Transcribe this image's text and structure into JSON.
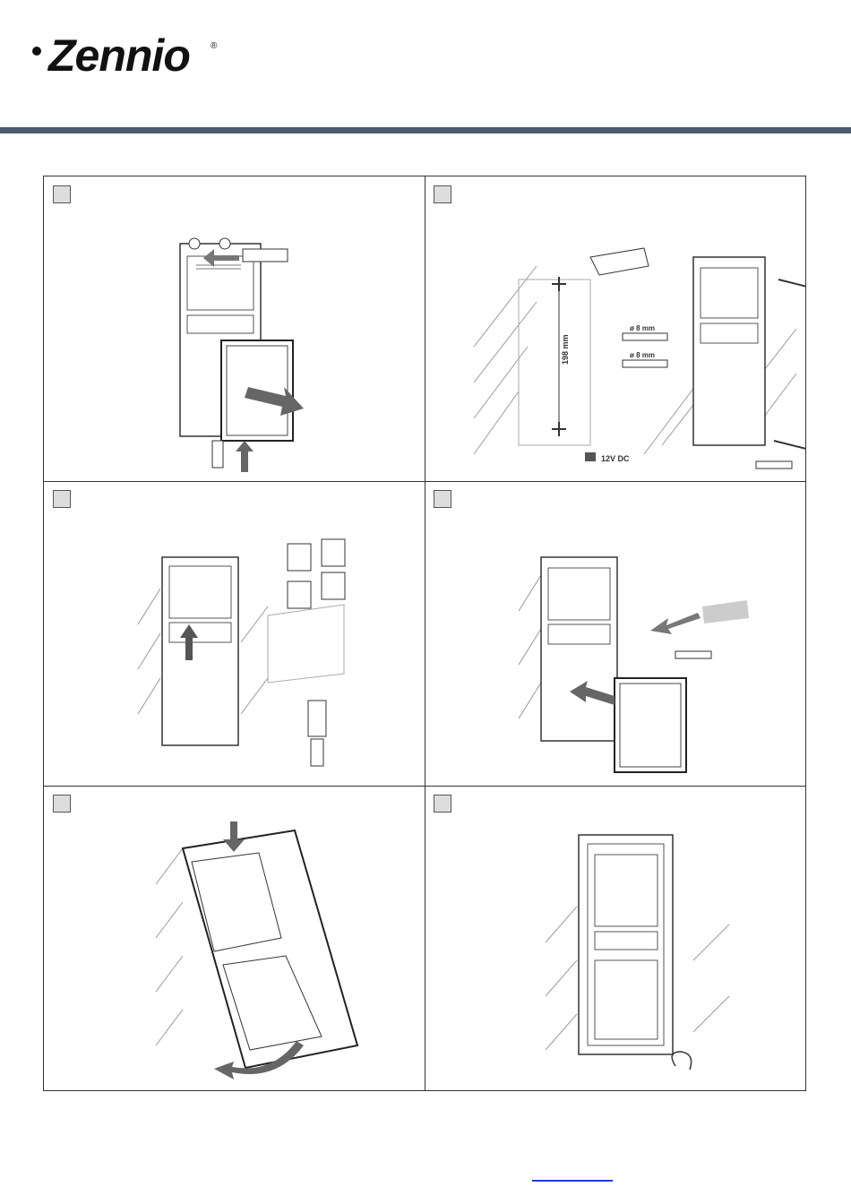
{
  "brand": {
    "name": "Zennio",
    "reg_mark": "®",
    "bar_color": "#4b5a6e"
  },
  "panel2": {
    "drill_label_1": "ø 8 mm",
    "drill_label_2": "ø 8 mm",
    "distance_label": "198 mm",
    "voltage_label": "12V DC"
  }
}
